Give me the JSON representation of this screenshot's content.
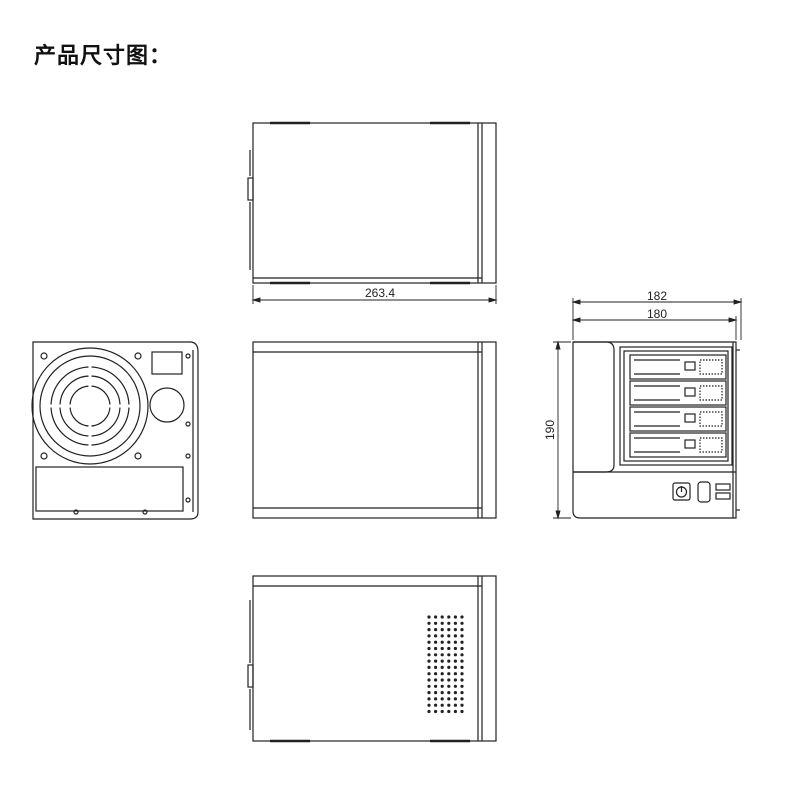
{
  "page": {
    "title": "产品尺寸图："
  },
  "dimensions": {
    "length": "263.4",
    "width_outer": "182",
    "width_inner": "180",
    "height": "190"
  },
  "colors": {
    "line": "#222222",
    "background": "#ffffff"
  },
  "views": [
    "top-view",
    "rear-view",
    "side-view-left",
    "front-view",
    "bottom-view"
  ]
}
